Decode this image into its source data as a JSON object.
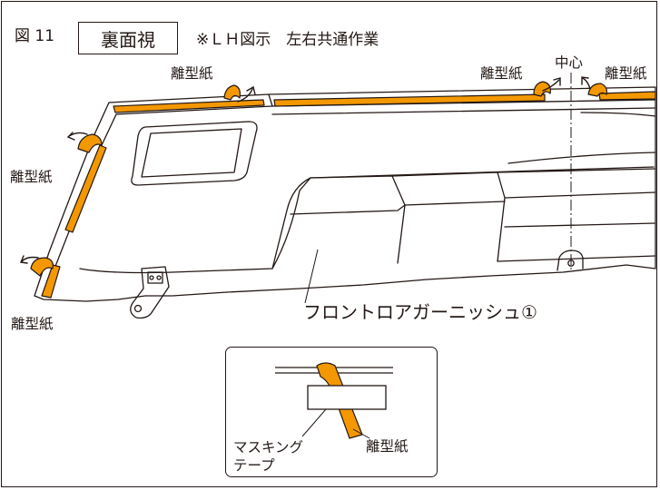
{
  "figure": {
    "label": "図 11",
    "view": "裏面視",
    "note": "※ＬＨ図示　左右共通作業",
    "center_label": "中心"
  },
  "callouts": {
    "release_paper_top_left": "離型紙",
    "release_paper_top_center": "離型紙",
    "release_paper_top_right": "離型紙",
    "release_paper_side_upper": "離型紙",
    "release_paper_side_lower": "離型紙",
    "part_name": "フロントロアガーニッシュ①"
  },
  "inset": {
    "masking_tape": "マスキング\nテープ",
    "release_paper": "離型紙"
  },
  "colors": {
    "tape_orange": "#F39800",
    "line": "#231815"
  }
}
